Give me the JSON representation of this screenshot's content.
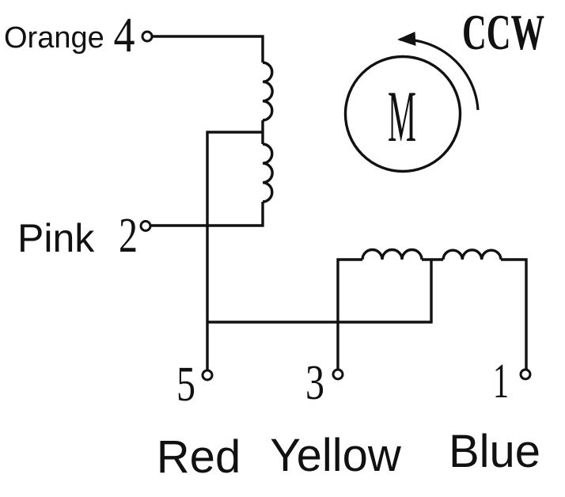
{
  "diagram": {
    "type": "stepper-motor-wiring-schematic",
    "background_color": "#ffffff",
    "line_color": "#111111",
    "motor": {
      "symbol": "M",
      "rotation_direction": "CCW"
    },
    "terminals": [
      {
        "number": "4",
        "wire_color": "Orange"
      },
      {
        "number": "2",
        "wire_color": "Pink"
      },
      {
        "number": "5",
        "wire_color": "Red"
      },
      {
        "number": "3",
        "wire_color": "Yellow"
      },
      {
        "number": "1",
        "wire_color": "Blue"
      }
    ],
    "windings": [
      {
        "name": "winding-orange-pink",
        "between_terminals": [
          "4",
          "2"
        ],
        "center_tap_to_terminal": "5",
        "coil_bumps_per_half": 3
      },
      {
        "name": "winding-yellow-blue",
        "between_terminals": [
          "3",
          "1"
        ],
        "center_tap_to_terminal": "5",
        "coil_bumps_per_half": 3
      }
    ]
  }
}
